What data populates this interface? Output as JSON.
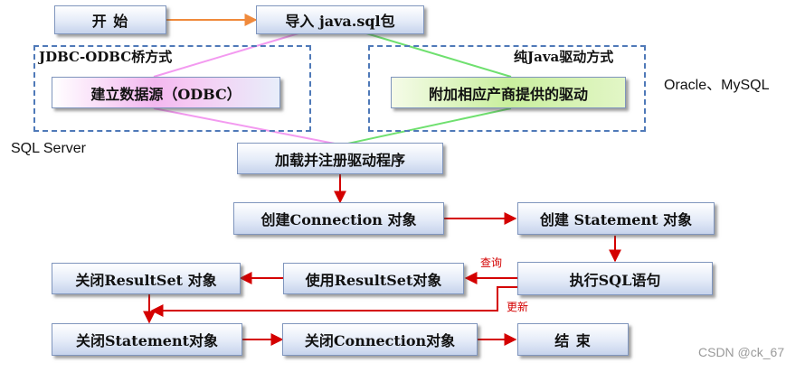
{
  "nodes": {
    "start": "开  始",
    "import_pkg": "导入 java.sql包",
    "datasource": "建立数据源（ODBC）",
    "vendor_driver": "附加相应产商提供的驱动",
    "load_driver": "加载并注册驱动程序",
    "create_connection": "创建Connection 对象",
    "create_statement": "创建 Statement 对象",
    "execute_sql": "执行SQL语句",
    "use_resultset": "使用ResultSet对象",
    "close_resultset": "关闭ResultSet 对象",
    "close_statement": "关闭Statement对象",
    "close_connection": "关闭Connection对象",
    "end": "结  束"
  },
  "groups": {
    "jdbc_odbc": "JDBC-ODBC桥方式",
    "pure_java": "纯Java驱动方式"
  },
  "side_labels": {
    "right": "Oracle、MySQL",
    "left": "SQL Server"
  },
  "edge_labels": {
    "query": "查询",
    "update": "更新"
  },
  "watermark": "CSDN @ck_67",
  "colors": {
    "flow_arrow": "#d40000",
    "start_arrow": "#f08a3c",
    "odbc_path": "#f39af0",
    "java_path": "#6fe06f",
    "group_border": "#4f79b8"
  }
}
